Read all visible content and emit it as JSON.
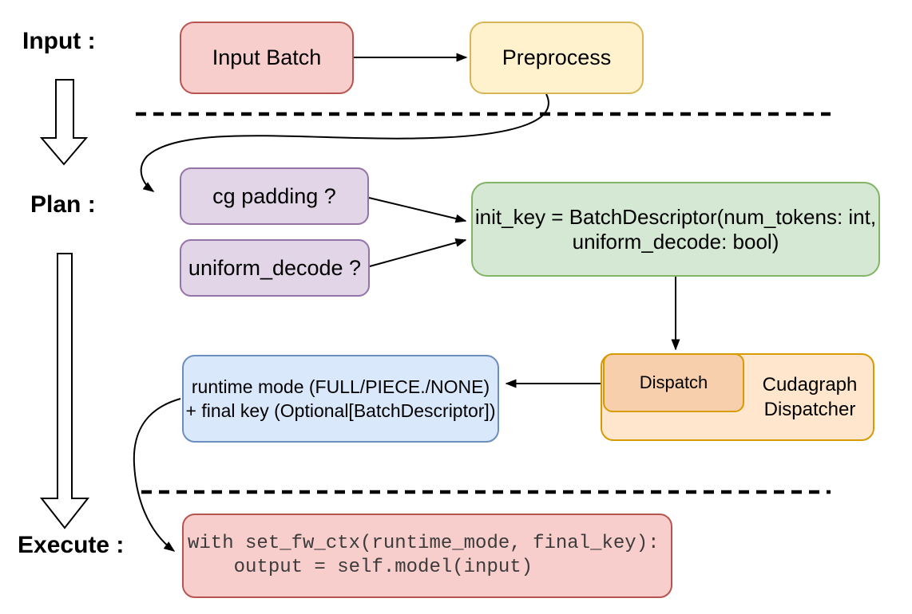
{
  "stages": {
    "input": "Input :",
    "plan": "Plan :",
    "execute": "Execute :"
  },
  "nodes": {
    "input_batch": {
      "label": "Input Batch",
      "fill": "#f8cecc",
      "stroke": "#b85450"
    },
    "preprocess": {
      "label": "Preprocess",
      "fill": "#fff2cc",
      "stroke": "#d6b656"
    },
    "cg_padding": {
      "label": "cg padding ?",
      "fill": "#e1d5e7",
      "stroke": "#9673a6"
    },
    "uniform_decode": {
      "label": "uniform_decode ?",
      "fill": "#e1d5e7",
      "stroke": "#9673a6"
    },
    "init_key": {
      "lines": [
        "init_key = BatchDescriptor(num_tokens: int,",
        "uniform_decode: bool)"
      ],
      "fill": "#d5e8d4",
      "stroke": "#82b366"
    },
    "dispatch": {
      "label": "Dispatch",
      "fill": "#f8cfad",
      "stroke": "#d79b00"
    },
    "cudagraph_dispatcher": {
      "lines": [
        "Cudagraph",
        "Dispatcher"
      ],
      "fill": "#ffe6cc",
      "stroke": "#d79b00"
    },
    "runtime_mode": {
      "lines": [
        "runtime mode (FULL/PIECE./NONE)",
        "+ final key (Optional[BatchDescriptor])"
      ],
      "fill": "#dae8fc",
      "stroke": "#6c8ebf"
    },
    "execute_code": {
      "lines": [
        "with set_fw_ctx(runtime_mode, final_key):",
        "    output = self.model(input)"
      ],
      "fill": "#f8cecc",
      "stroke": "#b85450"
    }
  }
}
